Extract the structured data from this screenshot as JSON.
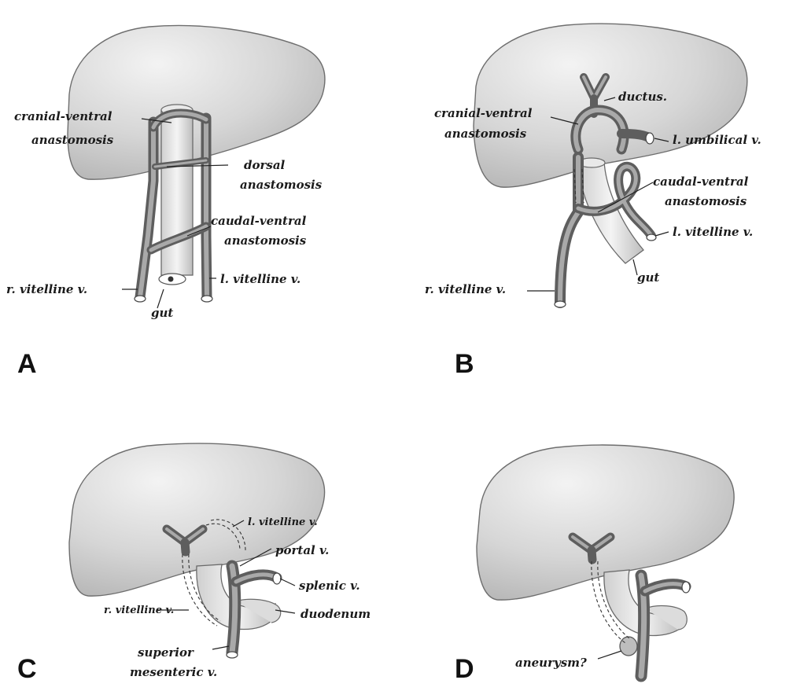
{
  "panels": {
    "A": {
      "letter": "A",
      "labels": {
        "cranial_ventral_1": "cranial-ventral",
        "cranial_ventral_2": "anastomosis",
        "dorsal_1": "dorsal",
        "dorsal_2": "anastomosis",
        "caudal_ventral_1": "caudal-ventral",
        "caudal_ventral_2": "anastomosis",
        "r_vitelline": "r. vitelline v.",
        "l_vitelline": "l. vitelline v.",
        "gut": "gut"
      }
    },
    "B": {
      "letter": "B",
      "labels": {
        "ductus": "ductus.",
        "cranial_ventral_1": "cranial-ventral",
        "cranial_ventral_2": "anastomosis",
        "l_umbilical": "l. umbilical v.",
        "caudal_ventral_1": "caudal-ventral",
        "caudal_ventral_2": "anastomosis",
        "l_vitelline": "l. vitelline v.",
        "gut": "gut",
        "r_vitelline": "r. vitelline v."
      }
    },
    "C": {
      "letter": "C",
      "labels": {
        "l_vitelline": "l. vitelline v.",
        "portal": "portal v.",
        "splenic": "splenic v.",
        "r_vitelline": "r. vitelline v.",
        "duodenum": "duodenum",
        "superior_1": "superior",
        "superior_2": "mesenteric v."
      }
    },
    "D": {
      "letter": "D",
      "labels": {
        "aneurysm": "aneurysm?"
      }
    }
  },
  "colors": {
    "liver_light": "#f2f2f2",
    "liver_dark": "#b4b4b4",
    "vein": "#5e5e5e"
  }
}
